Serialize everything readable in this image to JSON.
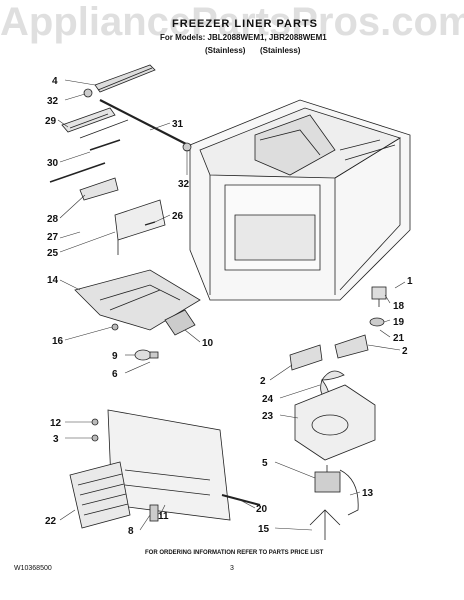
{
  "watermark": "AppliancePartsPros.com",
  "header": {
    "title": "FREEZER LINER PARTS",
    "models": "For Models: JBL2088WEM1, JBR2088WEM1",
    "stainless_1": "(Stainless)",
    "stainless_2": "(Stainless)"
  },
  "callouts": [
    "4",
    "32",
    "29",
    "31",
    "30",
    "32",
    "28",
    "27",
    "25",
    "26",
    "1",
    "18",
    "19",
    "21",
    "14",
    "16",
    "10",
    "9",
    "6",
    "2",
    "2",
    "24",
    "23",
    "12",
    "3",
    "5",
    "13",
    "20",
    "22",
    "11",
    "8",
    "15"
  ],
  "footer": {
    "ordering": "FOR ORDERING INFORMATION REFER TO PARTS PRICE LIST",
    "doc_code": "W10368500",
    "page": "3"
  }
}
